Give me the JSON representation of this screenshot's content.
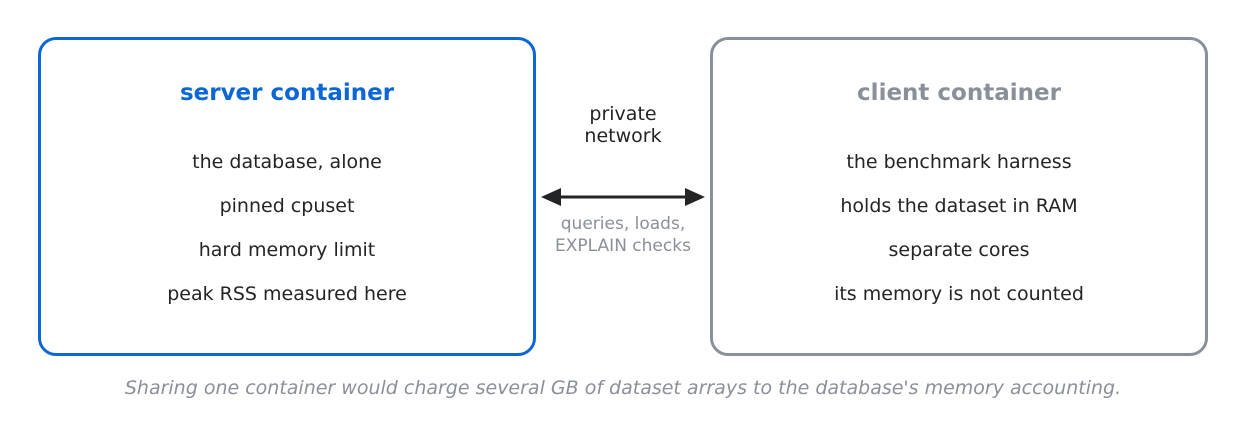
{
  "colors": {
    "server_accent": "#0b66d6",
    "client_accent": "#8a9099",
    "text": "#222426",
    "muted": "#8a9099"
  },
  "server": {
    "title": "server container",
    "lines": [
      "the database, alone",
      "pinned cpuset",
      "hard memory limit",
      "peak RSS measured here"
    ]
  },
  "client": {
    "title": "client container",
    "lines": [
      "the benchmark harness",
      "holds the dataset in RAM",
      "separate cores",
      "its memory is not counted"
    ]
  },
  "connection": {
    "label_lines": [
      "private",
      "network"
    ],
    "sublabel_lines": [
      "queries, loads,",
      "EXPLAIN checks"
    ],
    "direction": "bidirectional"
  },
  "caption": "Sharing one container would charge several GB of dataset arrays to the database's memory accounting."
}
